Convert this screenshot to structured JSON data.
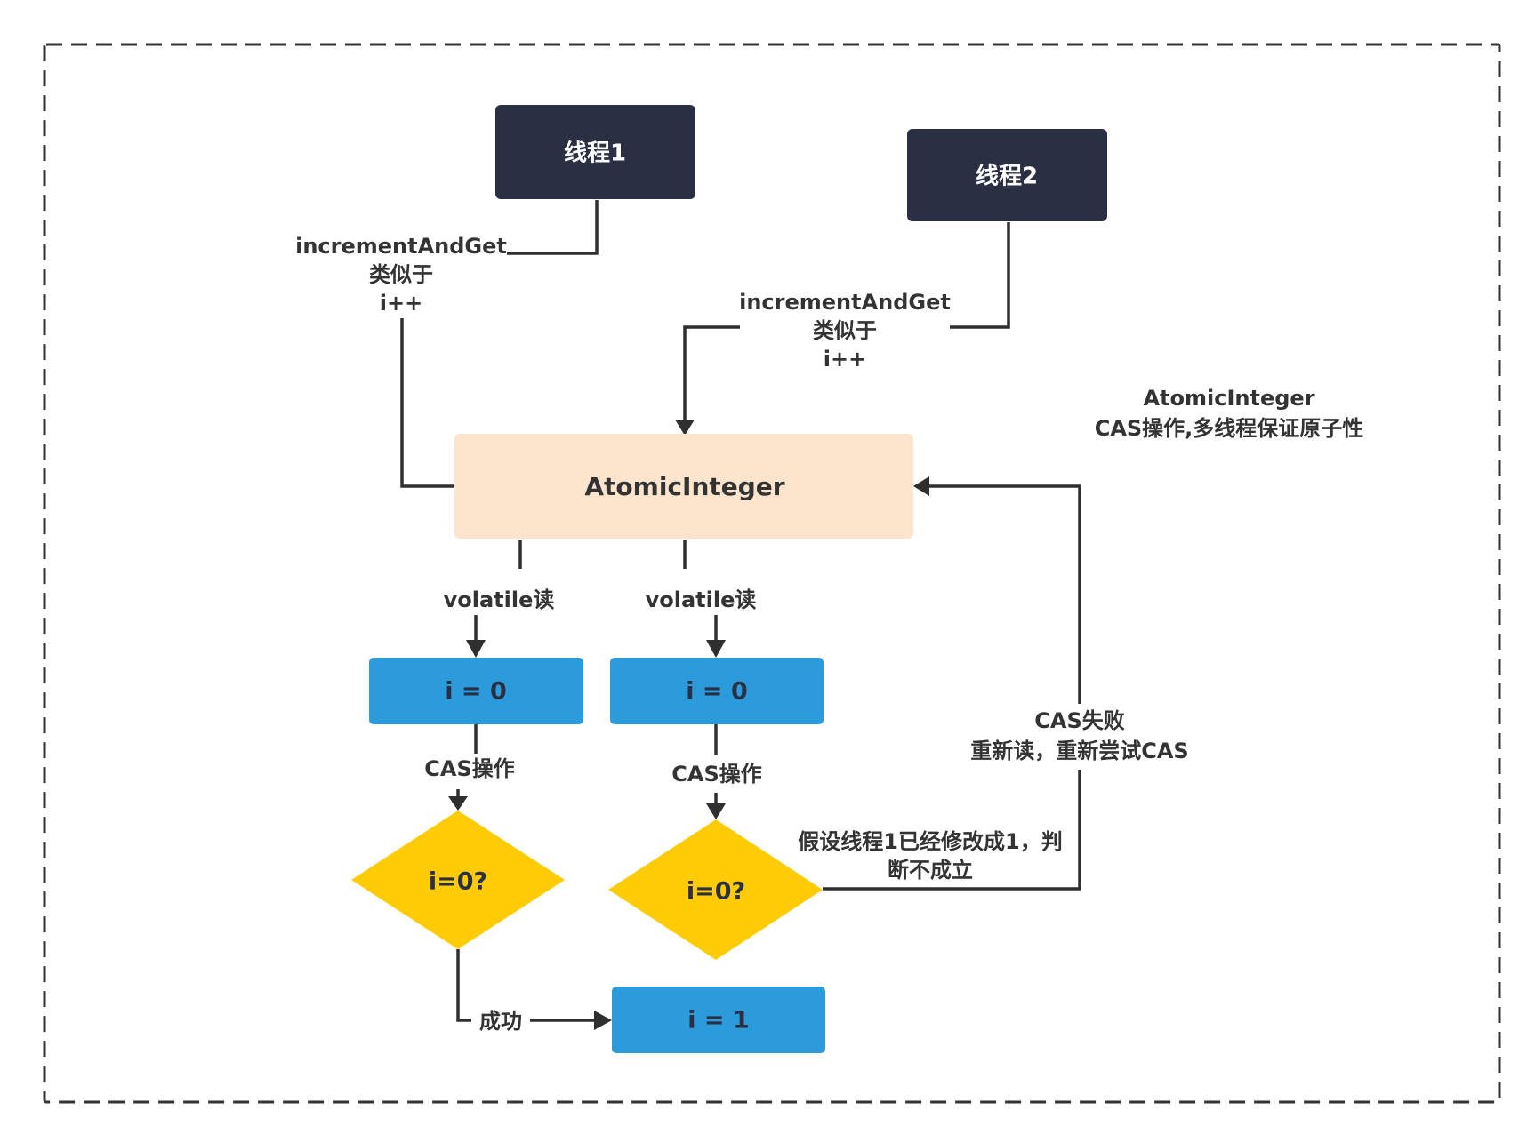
{
  "nodes": {
    "thread1": "线程1",
    "thread2": "线程2",
    "atomic": "AtomicInteger",
    "read_left": "i = 0",
    "read_right": "i = 0",
    "check_left": "i=0?",
    "check_right": "i=0?",
    "result": "i = 1"
  },
  "edge_labels": {
    "thread1_call": [
      "incrementAndGet",
      "类似于",
      "i++"
    ],
    "thread2_call": [
      "incrementAndGet",
      "类似于",
      "i++"
    ],
    "volatile_left": "volatile读",
    "volatile_right": "volatile读",
    "cas_left": "CAS操作",
    "cas_right": "CAS操作",
    "success": "成功",
    "fail_condition": [
      "假设线程1已经修改成1，判",
      "断不成立"
    ],
    "retry": [
      "CAS失败",
      "重新读，重新尝试CAS"
    ]
  },
  "annotation": [
    "AtomicInteger",
    "CAS操作,多线程保证原子性"
  ],
  "colors": {
    "thread_box": "#2a2f44",
    "atomic_box": "#fde5cd",
    "value_box": "#2b9bdb",
    "decision": "#fecb05",
    "line": "#2f2f2f"
  }
}
